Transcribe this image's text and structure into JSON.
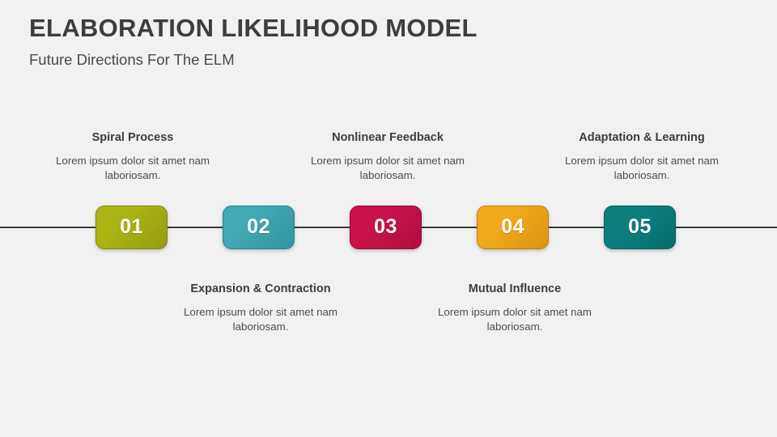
{
  "slide": {
    "background_color": "#f1f1f1",
    "title": "ELABORATION LIKELIHOOD MODEL",
    "subtitle": "Future Directions For The ELM",
    "title_color": "#3d3d3d",
    "timeline_color": "#3a3a3a"
  },
  "steps": [
    {
      "number": "01",
      "title": "Spiral Process",
      "body": "Lorem ipsum dolor sit amet nam laboriosam.",
      "position": "above",
      "color": "#aab415",
      "color_dark": "#949d0e",
      "border_color": "#7f870a"
    },
    {
      "number": "02",
      "title": "Expansion & Contraction",
      "body": "Lorem ipsum dolor sit amet nam laboriosam.",
      "position": "below",
      "color": "#3fa9b4",
      "color_dark": "#33949f",
      "border_color": "#2b7f8a"
    },
    {
      "number": "03",
      "title": "Nonlinear Feedback",
      "body": "Lorem ipsum dolor sit amet nam laboriosam.",
      "position": "above",
      "color": "#c9134a",
      "color_dark": "#ae0d3f",
      "border_color": "#960a35"
    },
    {
      "number": "04",
      "title": "Mutual Influence",
      "body": "Lorem ipsum dolor sit amet nam laboriosam.",
      "position": "below",
      "color": "#f0a81d",
      "color_dark": "#dd9410",
      "border_color": "#c1800a"
    },
    {
      "number": "05",
      "title": "Adaptation & Learning",
      "body": "Lorem ipsum dolor sit amet nam laboriosam.",
      "position": "above",
      "color": "#0b7f7d",
      "color_dark": "#066e6c",
      "border_color": "#045c5a"
    }
  ]
}
